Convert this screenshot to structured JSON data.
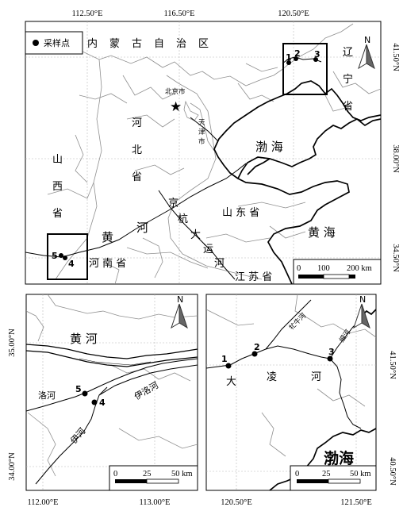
{
  "top_map": {
    "lon_labels": [
      "112.50°E",
      "116.50°E",
      "120.50°E"
    ],
    "lat_labels": [
      "41.50°N",
      "38.00°N",
      "34.50°N"
    ],
    "legend_label": "采样点",
    "place_names": {
      "inner_mongolia": [
        "内",
        "蒙",
        "古",
        "自",
        "治",
        "区"
      ],
      "liaoning": [
        "辽",
        "宁",
        "省"
      ],
      "beijing": "北京市",
      "tianjin": [
        "天",
        "津",
        "市"
      ],
      "hebei": [
        "河",
        "北",
        "省"
      ],
      "shanxi": [
        "山",
        "西",
        "省"
      ],
      "bohai": "渤  海",
      "shandong": "山 东 省",
      "huanghe": [
        "黄",
        "河"
      ],
      "grand_canal": [
        "京",
        "杭",
        "大",
        "运",
        "河"
      ],
      "yellow_sea": "黄  海",
      "henan": "河  南  省",
      "jiangsu": "江 苏 省"
    },
    "site_numbers": [
      "1",
      "2",
      "3",
      "5",
      "4"
    ],
    "scale": {
      "ticks": [
        "0",
        "100",
        "200 km"
      ]
    },
    "north": "N"
  },
  "left_map": {
    "lon_labels": [
      "112.00°E",
      "113.00°E"
    ],
    "lat_labels": [
      "35.00°N",
      "34.00°N"
    ],
    "place_names": {
      "huanghe": "黄  河",
      "luohe": "洛河",
      "yiluohe": "伊洛河",
      "yihe": "伊河"
    },
    "site_numbers": [
      "5",
      "4"
    ],
    "scale": {
      "ticks": [
        "0",
        "25",
        "50 km"
      ]
    },
    "north": "N"
  },
  "right_map": {
    "lon_labels": [
      "120.50°E",
      "121.50°E"
    ],
    "lat_labels": [
      "41.50°N",
      "40.50°N"
    ],
    "place_names": {
      "laoniuhe": "牤牛河",
      "xihe": "细河",
      "dalinghe": [
        "大",
        "凌",
        "河"
      ],
      "bohai": "渤海"
    },
    "site_numbers": [
      "1",
      "2",
      "3"
    ],
    "scale": {
      "ticks": [
        "0",
        "25",
        "50 km"
      ]
    },
    "north": "N"
  }
}
